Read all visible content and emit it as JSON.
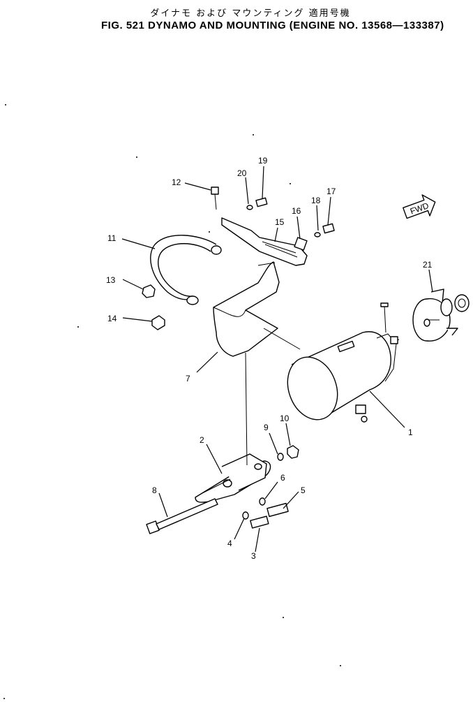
{
  "title": {
    "japanese": "ダイナモ および マウンティング 適用号機",
    "english": "FIG. 521  DYNAMO AND MOUNTING  (ENGINE NO. 13568—133387)"
  },
  "fwd_label": "FWD",
  "callouts": [
    "1",
    "2",
    "3",
    "4",
    "5",
    "6",
    "7",
    "8",
    "9",
    "10",
    "11",
    "12",
    "13",
    "14",
    "15",
    "16",
    "17",
    "18",
    "19",
    "20",
    "21"
  ]
}
